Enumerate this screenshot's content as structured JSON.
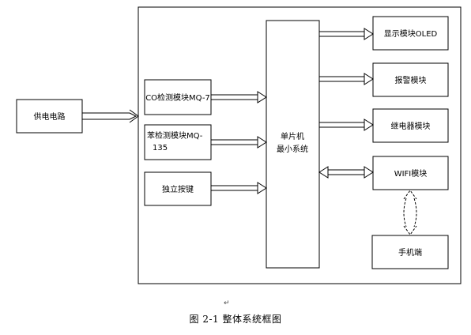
{
  "diagram": {
    "nodes": {
      "power": "供电电路",
      "co_sensor": "CO检测模块MQ-7",
      "benzene_sensor_line1": "苯检测模块MQ-",
      "benzene_sensor_line2": "135",
      "key": "独立按键",
      "mcu_line1": "单片机",
      "mcu_line2": "最小系统",
      "oled": "显示模块OLED",
      "alarm": "报警模块",
      "relay": "继电器模块",
      "wifi": "WIFI模块",
      "phone": "手机端"
    },
    "edges": [
      {
        "from": "power",
        "to": "system",
        "style": "double-arrow"
      },
      {
        "from": "co_sensor",
        "to": "mcu",
        "style": "double-arrow"
      },
      {
        "from": "benzene_sensor",
        "to": "mcu",
        "style": "double-arrow"
      },
      {
        "from": "key",
        "to": "mcu",
        "style": "double-arrow"
      },
      {
        "from": "mcu",
        "to": "oled",
        "style": "double-arrow"
      },
      {
        "from": "mcu",
        "to": "alarm",
        "style": "double-arrow"
      },
      {
        "from": "mcu",
        "to": "relay",
        "style": "double-arrow"
      },
      {
        "from": "mcu",
        "to": "wifi",
        "style": "bidirectional-double-arrow"
      },
      {
        "from": "wifi",
        "to": "phone",
        "style": "dashed-bidirectional"
      }
    ]
  },
  "caption": "图 2-1 整体系统框图",
  "return_mark": "↵"
}
